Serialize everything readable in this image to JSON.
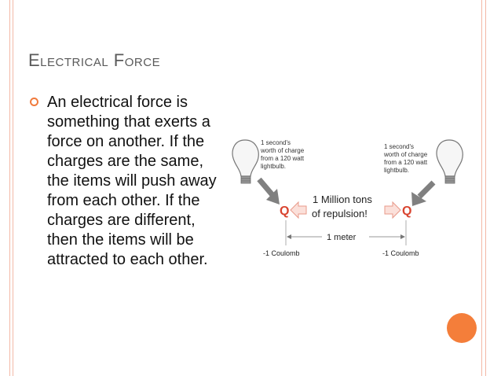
{
  "slide": {
    "title": "Electrical Force",
    "bullet_text": "An electrical force is something that exerts a force on another. If the charges are the same, the items will push away from each other. If the charges are different, then the items will be attracted to each other."
  },
  "figure": {
    "left_caption": [
      "1 second's",
      "worth of charge",
      "from a 120 watt",
      "lightbulb."
    ],
    "right_caption": [
      "1 second's",
      "worth of charge",
      "from a 120 watt",
      "lightbulb."
    ],
    "center_label_line1": "1 Million tons",
    "center_label_line2": "of repulsion!",
    "charge_symbol": "Q",
    "distance_label": "1 meter",
    "left_charge_value": "-1 Coulomb",
    "right_charge_value": "-1 Coulomb"
  },
  "colors": {
    "accent": "#f47e3a",
    "title": "#5a5a5a",
    "charge_red": "#d9442f",
    "arrow_gray": "#808080",
    "border_line": "#f3b8a6"
  }
}
